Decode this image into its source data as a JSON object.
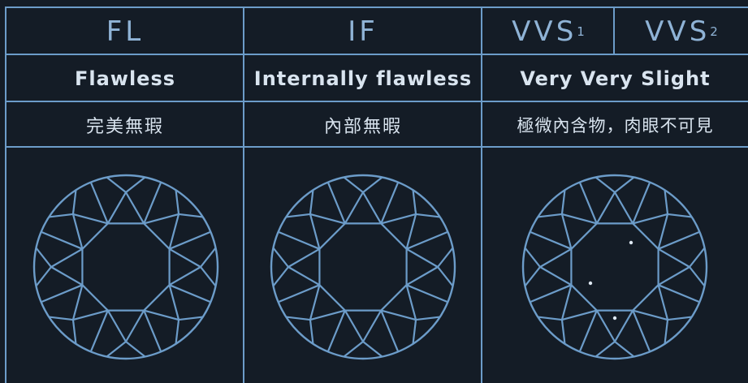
{
  "grades": [
    {
      "code_main": "FL",
      "code_sub": "",
      "name_en": "Flawless",
      "name_zh": "完美無瑕",
      "inclusions": []
    },
    {
      "code_main": "IF",
      "code_sub": "",
      "name_en": "Internally flawless",
      "name_zh": "內部無暇",
      "inclusions": []
    },
    {
      "code_main": "VVS",
      "code_sub": "1",
      "name_en": "Very Very Slight",
      "name_zh": "極微內含物，肉眼不可見",
      "second_code_main": "VVS",
      "second_code_sub": "2",
      "inclusions": [
        "speck-1",
        "speck-2",
        "speck-3"
      ]
    }
  ],
  "colors": {
    "background": "#141c26",
    "line": "#6c9cc9",
    "heading": "#8fb3d6",
    "text": "#d9e4ef"
  }
}
